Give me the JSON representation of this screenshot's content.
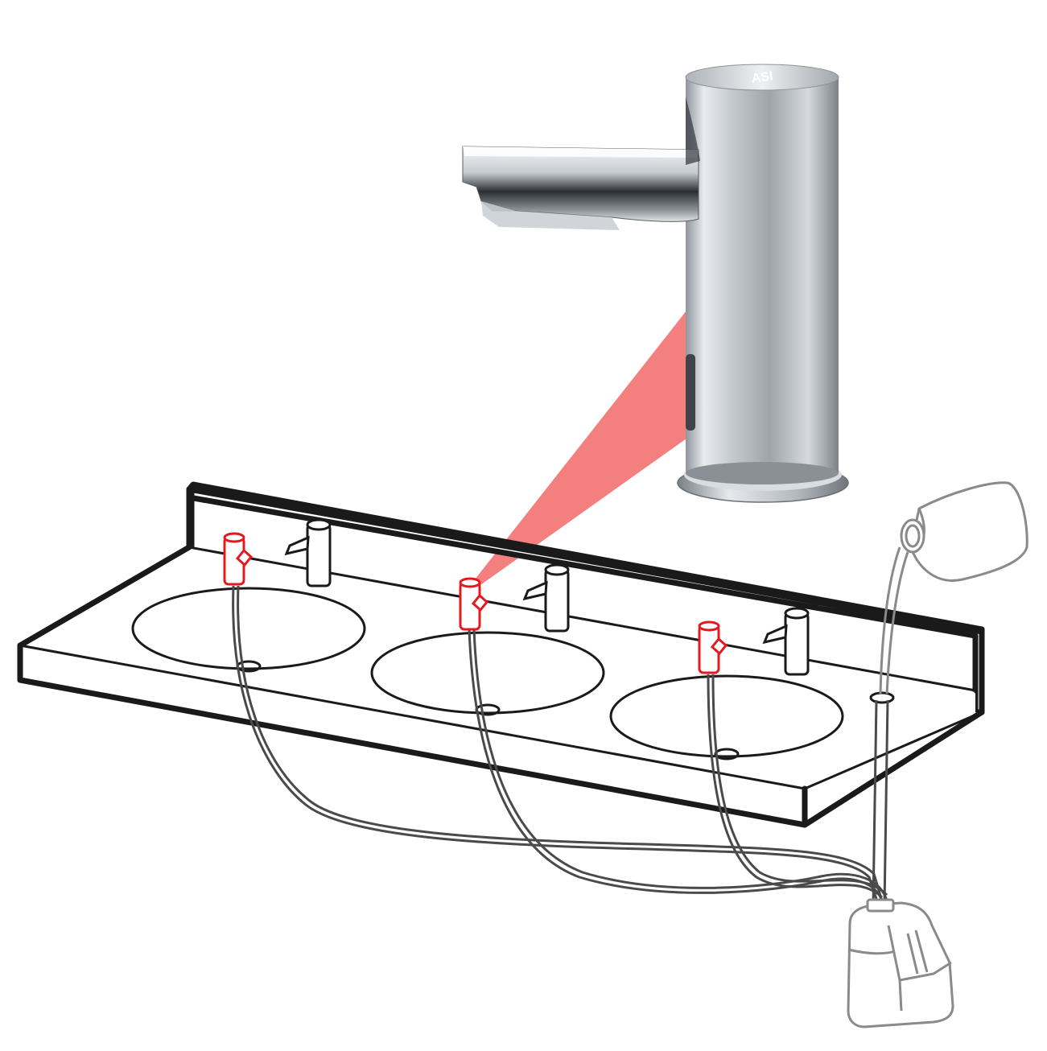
{
  "diagram": {
    "brand_mark": "ASI",
    "colors": {
      "outline": "#1a1a1a",
      "tubing": "#4a4a4a",
      "dispenser_highlight": "#e3191f",
      "sensor_beam": "#f26d6d",
      "chrome_light": "#eef0f2",
      "chrome_mid": "#b9bec3",
      "chrome_dark": "#5c6268",
      "container_stroke": "#8a8a8a"
    },
    "parts": {
      "basins": 3,
      "soap_dispensers": 3,
      "faucets": 3,
      "refill_port": 1,
      "reservoir": 1,
      "refill_jug": 1,
      "featured_faucet": 1
    }
  }
}
